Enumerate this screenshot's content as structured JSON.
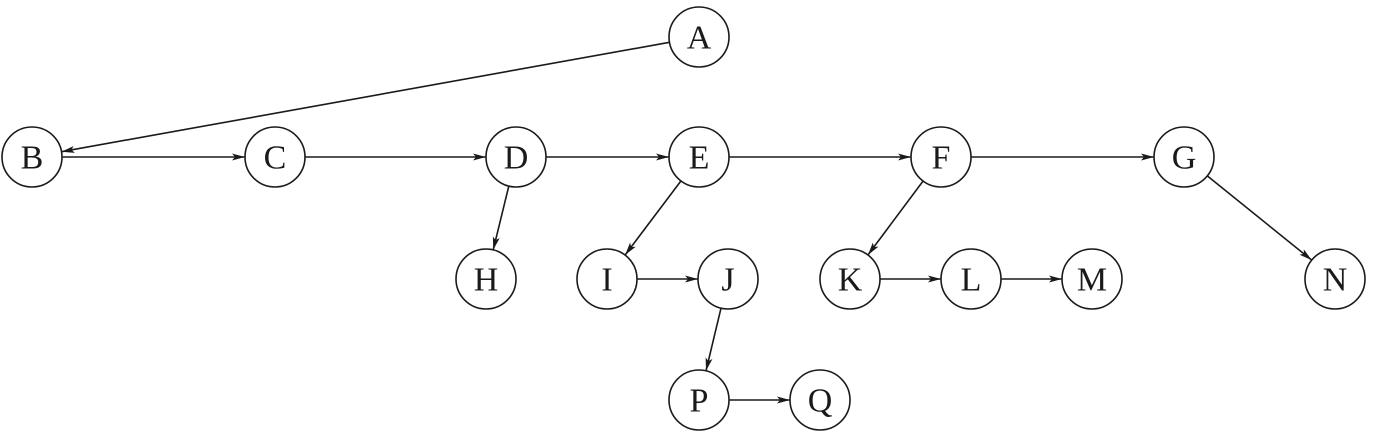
{
  "diagram": {
    "type": "directed-graph",
    "nodes": [
      {
        "id": "A",
        "label": "A"
      },
      {
        "id": "B",
        "label": "B"
      },
      {
        "id": "C",
        "label": "C"
      },
      {
        "id": "D",
        "label": "D"
      },
      {
        "id": "E",
        "label": "E"
      },
      {
        "id": "F",
        "label": "F"
      },
      {
        "id": "G",
        "label": "G"
      },
      {
        "id": "H",
        "label": "H"
      },
      {
        "id": "I",
        "label": "I"
      },
      {
        "id": "J",
        "label": "J"
      },
      {
        "id": "K",
        "label": "K"
      },
      {
        "id": "L",
        "label": "L"
      },
      {
        "id": "M",
        "label": "M"
      },
      {
        "id": "N",
        "label": "N"
      },
      {
        "id": "P",
        "label": "P"
      },
      {
        "id": "Q",
        "label": "Q"
      }
    ],
    "edges": [
      {
        "from": "A",
        "to": "B"
      },
      {
        "from": "B",
        "to": "C"
      },
      {
        "from": "C",
        "to": "D"
      },
      {
        "from": "D",
        "to": "E"
      },
      {
        "from": "E",
        "to": "F"
      },
      {
        "from": "F",
        "to": "G"
      },
      {
        "from": "D",
        "to": "H"
      },
      {
        "from": "E",
        "to": "I"
      },
      {
        "from": "I",
        "to": "J"
      },
      {
        "from": "J",
        "to": "P"
      },
      {
        "from": "P",
        "to": "Q"
      },
      {
        "from": "F",
        "to": "K"
      },
      {
        "from": "K",
        "to": "L"
      },
      {
        "from": "L",
        "to": "M"
      },
      {
        "from": "G",
        "to": "N"
      }
    ],
    "colors": {
      "stroke": "#1a1a1a",
      "fill": "#ffffff"
    }
  }
}
